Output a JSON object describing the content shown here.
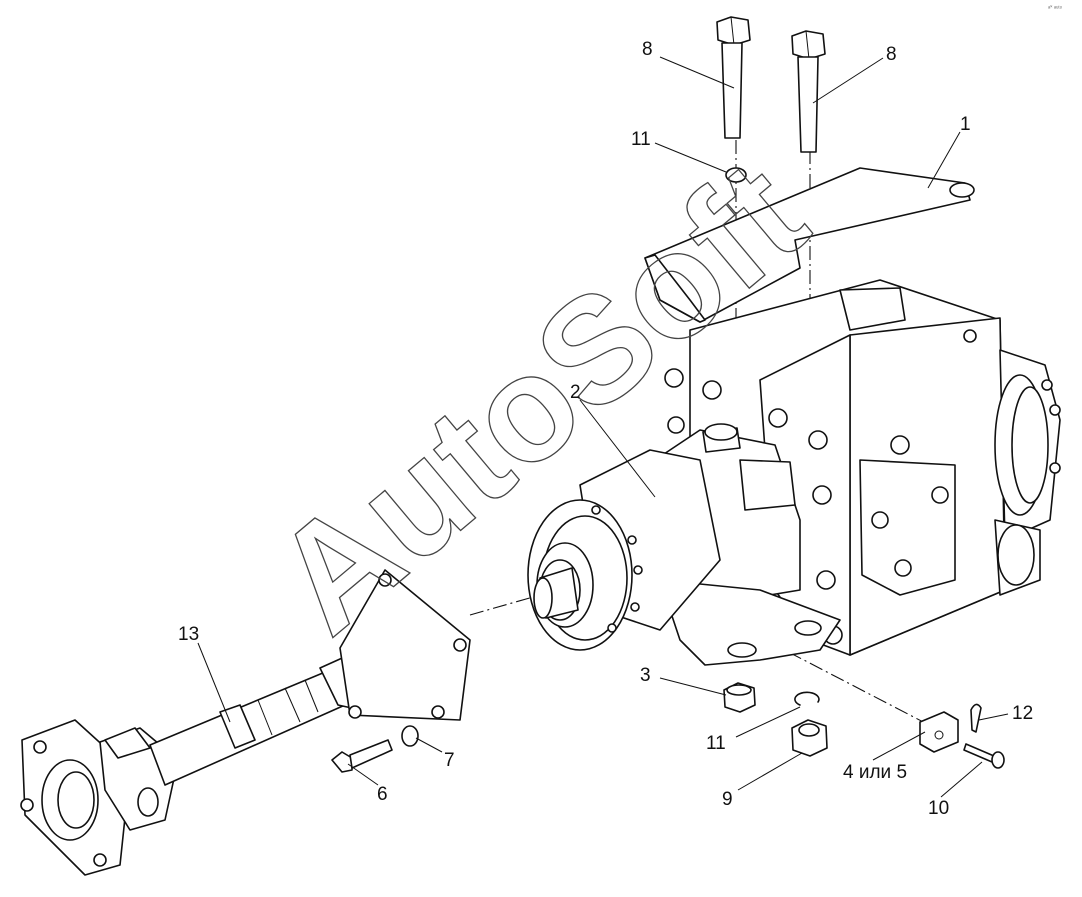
{
  "watermark": "AutoSoft",
  "corner_mark": "ᵃ˟ ᵃᵘᵗᵒ",
  "callouts": [
    {
      "id": "c8a",
      "text": "8"
    },
    {
      "id": "c8b",
      "text": "8"
    },
    {
      "id": "c11top",
      "text": "11"
    },
    {
      "id": "c1",
      "text": "1"
    },
    {
      "id": "c2",
      "text": "2"
    },
    {
      "id": "c13",
      "text": "13"
    },
    {
      "id": "c3",
      "text": "3"
    },
    {
      "id": "c7",
      "text": "7"
    },
    {
      "id": "c6",
      "text": "6"
    },
    {
      "id": "c11bot",
      "text": "11"
    },
    {
      "id": "c9",
      "text": "9"
    },
    {
      "id": "c45",
      "text": "4 или 5"
    },
    {
      "id": "c12",
      "text": "12"
    },
    {
      "id": "c10",
      "text": "10"
    }
  ]
}
